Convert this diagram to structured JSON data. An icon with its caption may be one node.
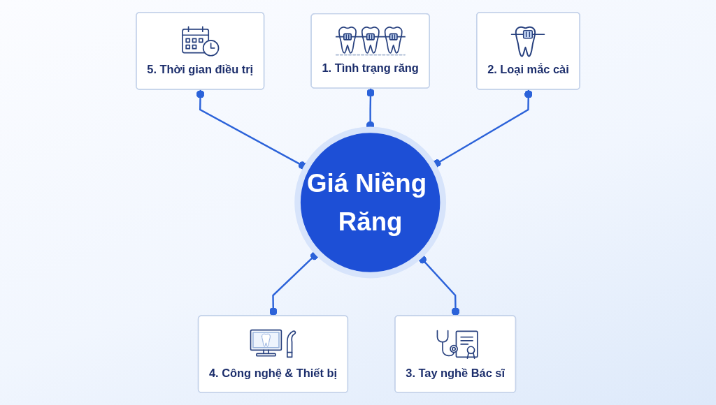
{
  "diagram": {
    "nodes": [
      {
        "text": [
          "Giá Niềng Răng"
        ]
      },
      {
        "text": [
          "1. Tình trạng răng"
        ]
      },
      {
        "text": [
          "2. Loại mắc cài"
        ]
      },
      {
        "text": [
          "3. Tay nghề Bác sĩ"
        ]
      },
      {
        "text": [
          "4. Công nghệ & Thiết bị"
        ]
      },
      {
        "text": [
          "5. Thời gian điều trị"
        ]
      }
    ],
    "edges": [
      {
        "from": 5,
        "to": 0,
        "arrow": "other"
      },
      {
        "from": 1,
        "to": 0,
        "arrow": "other"
      },
      {
        "from": 2,
        "to": 0,
        "arrow": "other"
      },
      {
        "from": 0,
        "to": 4,
        "arrow": "other"
      },
      {
        "from": 0,
        "to": 3,
        "arrow": "other"
      }
    ]
  }
}
